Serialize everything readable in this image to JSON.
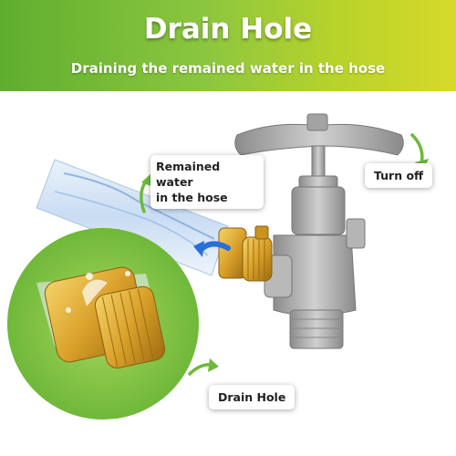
{
  "banner": {
    "title": "Drain Hole",
    "subtitle": "Draining the remained water in the hose",
    "gradient_start": "#5fae2e",
    "gradient_end": "#d7d92a"
  },
  "callouts": {
    "remained_water_line1": "Remained water",
    "remained_water_line2": "in the hose",
    "turn_off": "Turn off",
    "drain_hole": "Drain Hole"
  },
  "colors": {
    "brass": "#d9a12a",
    "arrow_green": "#5fae2e",
    "faucet_gray": "#9a9a9a",
    "water_blue": "#2a6fd8"
  },
  "icons": [
    "curved-arrow-icon",
    "water-flow-arrow-icon"
  ]
}
